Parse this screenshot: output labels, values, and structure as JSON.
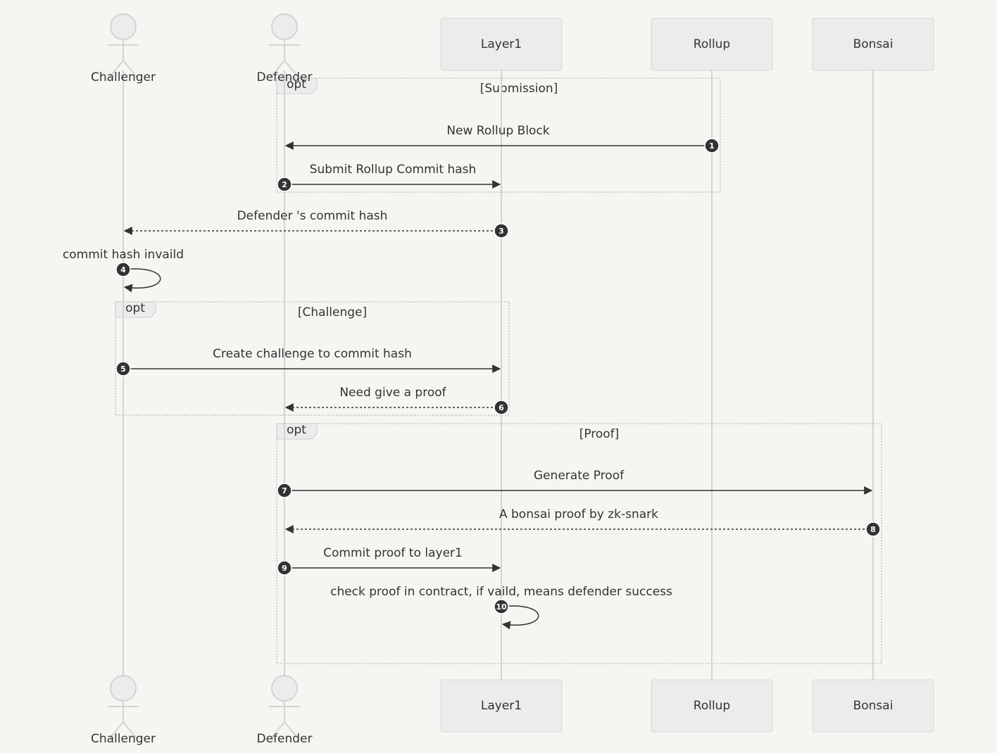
{
  "participants": [
    {
      "id": "challenger",
      "label": "Challenger",
      "kind": "actor"
    },
    {
      "id": "defender",
      "label": "Defender",
      "kind": "actor"
    },
    {
      "id": "layer1",
      "label": "Layer1",
      "kind": "box"
    },
    {
      "id": "rollup",
      "label": "Rollup",
      "kind": "box"
    },
    {
      "id": "bonsai",
      "label": "Bonsai",
      "kind": "box"
    }
  ],
  "frames": [
    {
      "keyword": "opt",
      "condition": "[Submission]"
    },
    {
      "keyword": "opt",
      "condition": "[Challenge]"
    },
    {
      "keyword": "opt",
      "condition": "[Proof]"
    }
  ],
  "messages": [
    {
      "num": "1",
      "from": "rollup",
      "to": "defender",
      "label": "New Rollup Block",
      "style": "solid"
    },
    {
      "num": "2",
      "from": "defender",
      "to": "layer1",
      "label": "Submit Rollup Commit hash",
      "style": "solid"
    },
    {
      "num": "3",
      "from": "layer1",
      "to": "challenger",
      "label": "Defender 's commit hash",
      "style": "dashed"
    },
    {
      "num": "4",
      "from": "challenger",
      "to": "challenger",
      "label": "commit hash invaild",
      "style": "self"
    },
    {
      "num": "5",
      "from": "challenger",
      "to": "layer1",
      "label": "Create challenge to commit hash",
      "style": "solid"
    },
    {
      "num": "6",
      "from": "layer1",
      "to": "defender",
      "label": "Need give a proof",
      "style": "dashed"
    },
    {
      "num": "7",
      "from": "defender",
      "to": "bonsai",
      "label": "Generate Proof",
      "style": "solid"
    },
    {
      "num": "8",
      "from": "bonsai",
      "to": "defender",
      "label": "A bonsai proof by zk-snark",
      "style": "dashed"
    },
    {
      "num": "9",
      "from": "defender",
      "to": "layer1",
      "label": "Commit proof to layer1",
      "style": "solid"
    },
    {
      "num": "10",
      "from": "layer1",
      "to": "layer1",
      "label": "check proof in contract, if vaild, means defender success",
      "style": "self"
    }
  ]
}
